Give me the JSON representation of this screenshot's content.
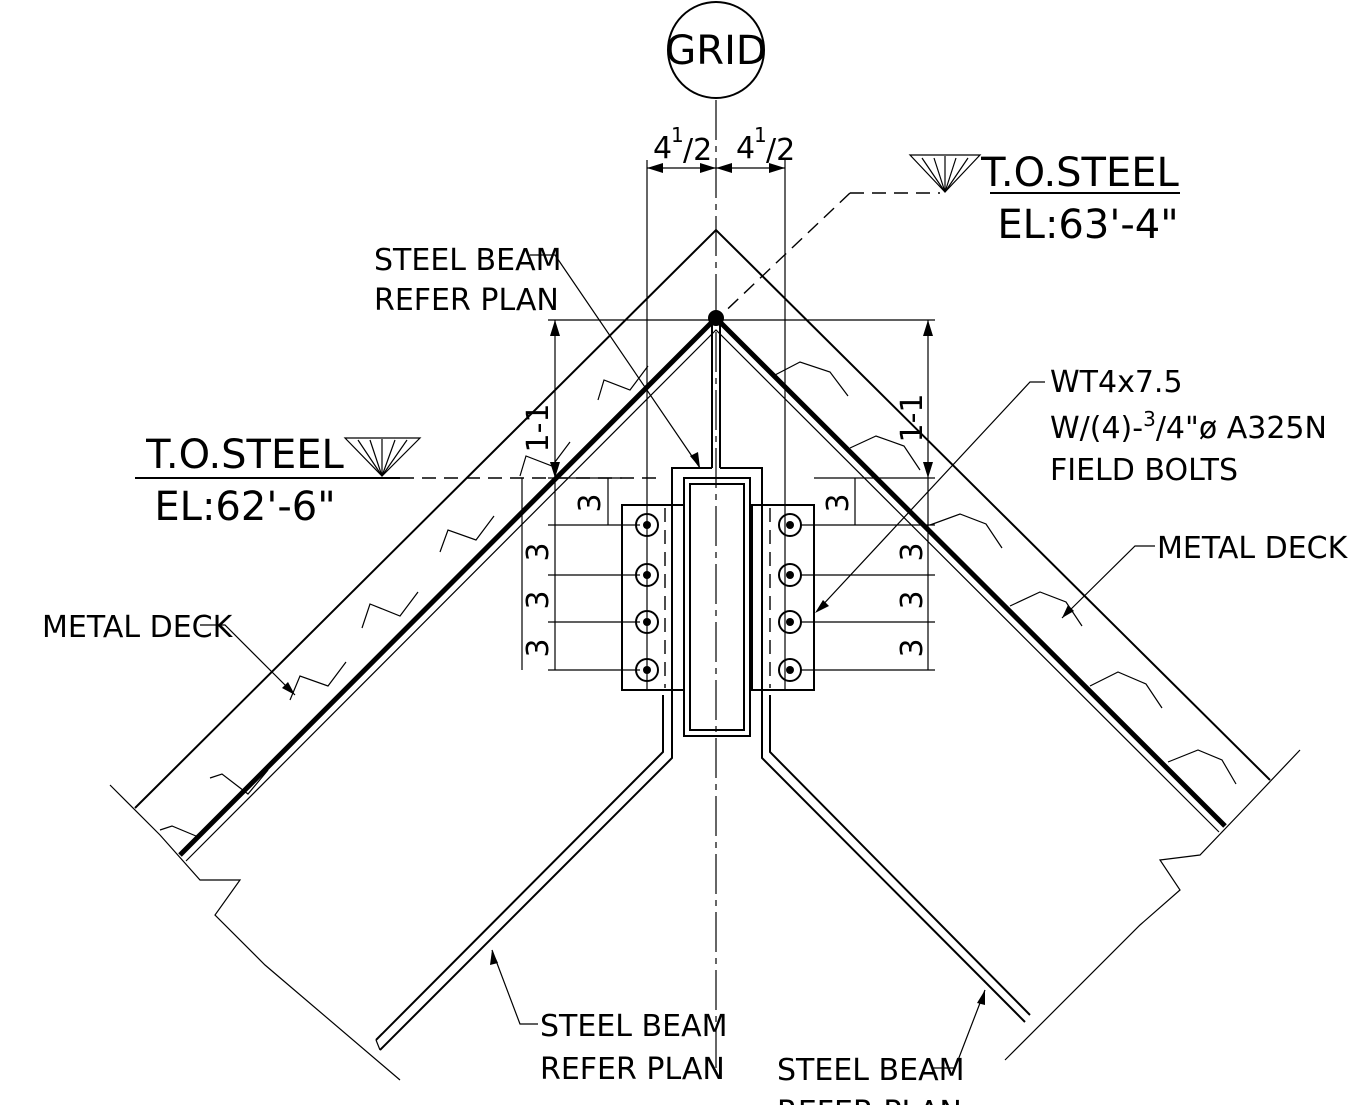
{
  "grid_label": "GRID",
  "top_dims": {
    "left": "4",
    "left_frac": "1/2",
    "right": "4",
    "right_frac": "1/2"
  },
  "elevation_right": {
    "title": "T.O.STEEL",
    "value": "EL:63'-4\""
  },
  "elevation_left": {
    "title": "T.O.STEEL",
    "value": "EL:62'-6\""
  },
  "steel_beam_top": {
    "line1": "STEEL BEAM",
    "line2": "REFER PLAN"
  },
  "wt_note": {
    "line1": "WT4x7.5",
    "line2_a": "W/(4)-",
    "line2_sup": "3",
    "line2_b": "/4\"ø A325N",
    "line3": "FIELD BOLTS"
  },
  "metal_deck_left": "METAL DECK",
  "metal_deck_right": "METAL DECK",
  "section_left": "1-1",
  "section_right": "1-1",
  "bolt_dims_left": [
    "3",
    "3",
    "3",
    "3"
  ],
  "bolt_dims_right": [
    "3",
    "3",
    "3",
    "3"
  ],
  "steel_beam_bottom_left": {
    "line1": "STEEL BEAM",
    "line2": "REFER PLAN"
  },
  "steel_beam_bottom_right": {
    "line1": "STEEL BEAM",
    "line2": "REFER PLAN"
  }
}
